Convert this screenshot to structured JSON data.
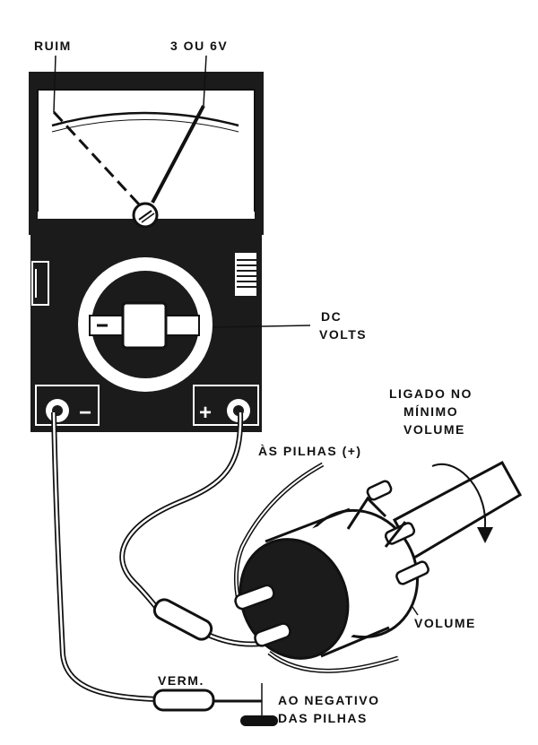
{
  "labels": {
    "ruim": "RUIM",
    "voltage": "3 OU 6V",
    "dc": "DC",
    "volts": "VOLTS",
    "minus": "−",
    "plus": "+",
    "ligado_line1": "LIGADO NO",
    "ligado_line2": "MÍNIMO",
    "ligado_line3": "VOLUME",
    "pilhas_pos": "ÀS PILHAS (+)",
    "volume": "VOLUME",
    "verm": "VERM.",
    "negativo_line1": "AO NEGATIVO",
    "negativo_line2": "DAS PILHAS"
  },
  "colors": {
    "ink": "#111111",
    "paper": "#ffffff",
    "panel": "#1b1b1b"
  }
}
